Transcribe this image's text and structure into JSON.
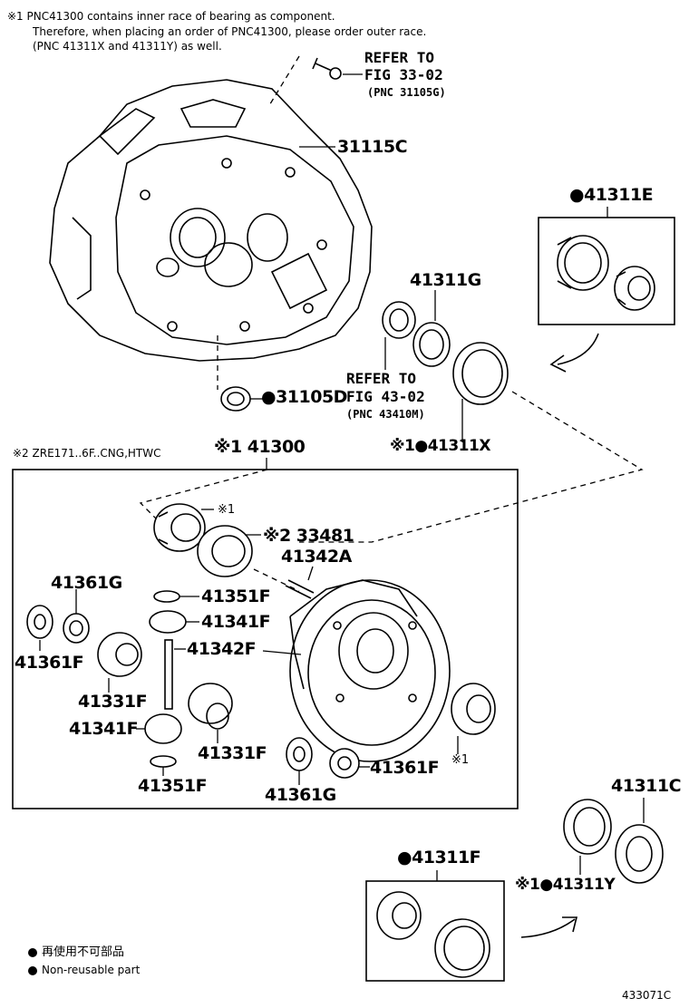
{
  "notes": {
    "line1": "※1 PNC41300 contains inner race of bearing as component.",
    "line2": "Therefore, when placing an order of PNC41300, please order outer race.",
    "line3": "(PNC 41311X and 41311Y) as well.",
    "variant": "※2 ZRE171..6F..CNG,HTWC"
  },
  "refs": {
    "ref1": {
      "l1": "REFER TO",
      "l2": "FIG 33-02",
      "l3": "(PNC 31105G)"
    },
    "ref2": {
      "l1": "REFER TO",
      "l2": "FIG 43-02",
      "l3": "(PNC 43410M)"
    }
  },
  "parts": {
    "p31115C": "31115C",
    "p41311E": "●41311E",
    "p41311G": "41311G",
    "p31105D": "●31105D",
    "p41311X": "※1●41311X",
    "p41300": "※1 41300",
    "mark1a": "※1",
    "p33481": "※2 33481",
    "p41342A": "41342A",
    "p41361G_a": "41361G",
    "p41351F_a": "41351F",
    "p41341F_a": "41341F",
    "p41342F": "41342F",
    "p41361F_a": "41361F",
    "p41331F_a": "41331F",
    "p41341F_b": "41341F",
    "p41331F_b": "41331F",
    "p41351F_b": "41351F",
    "p41361F_b": "41361F",
    "p41361G_b": "41361G",
    "mark1b": "※1",
    "p41311C": "41311C",
    "p41311F": "●41311F",
    "p41311Y": "※1●41311Y"
  },
  "legend": {
    "jp": "再使用不可部品",
    "en": "Non-reusable part"
  },
  "figure_code": "433071C"
}
